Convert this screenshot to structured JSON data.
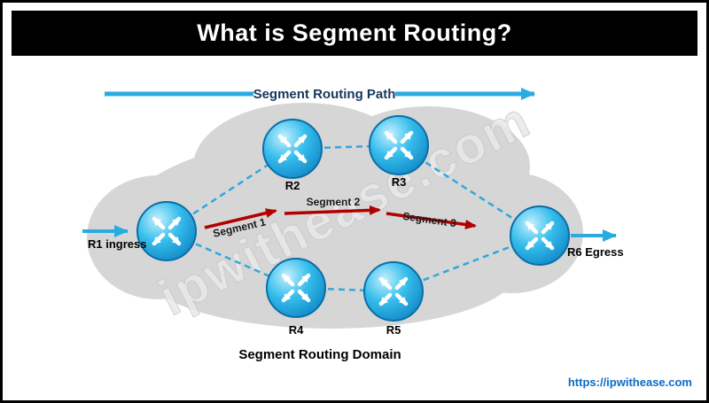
{
  "title": "What is Segment Routing?",
  "path_arrow": {
    "label": "Segment Routing Path"
  },
  "domain_label": "Segment Routing Domain",
  "watermark": "ipwithease.com",
  "footer": {
    "link": "https://ipwithease.com"
  },
  "routers": [
    {
      "id": "R1",
      "label": "R1 ingress"
    },
    {
      "id": "R2",
      "label": "R2"
    },
    {
      "id": "R3",
      "label": "R3"
    },
    {
      "id": "R4",
      "label": "R4"
    },
    {
      "id": "R5",
      "label": "R5"
    },
    {
      "id": "R6",
      "label": "R6 Egress"
    }
  ],
  "segments": [
    {
      "label": "Segment 1"
    },
    {
      "label": "Segment 2"
    },
    {
      "label": "Segment 3"
    }
  ],
  "colors": {
    "accent_blue": "#29ABE2",
    "segment_red": "#B00000",
    "label_navy": "#17375D",
    "cloud_gray": "#D6D6D6",
    "title_bg": "#000000",
    "link_blue": "#0b6cc4"
  }
}
